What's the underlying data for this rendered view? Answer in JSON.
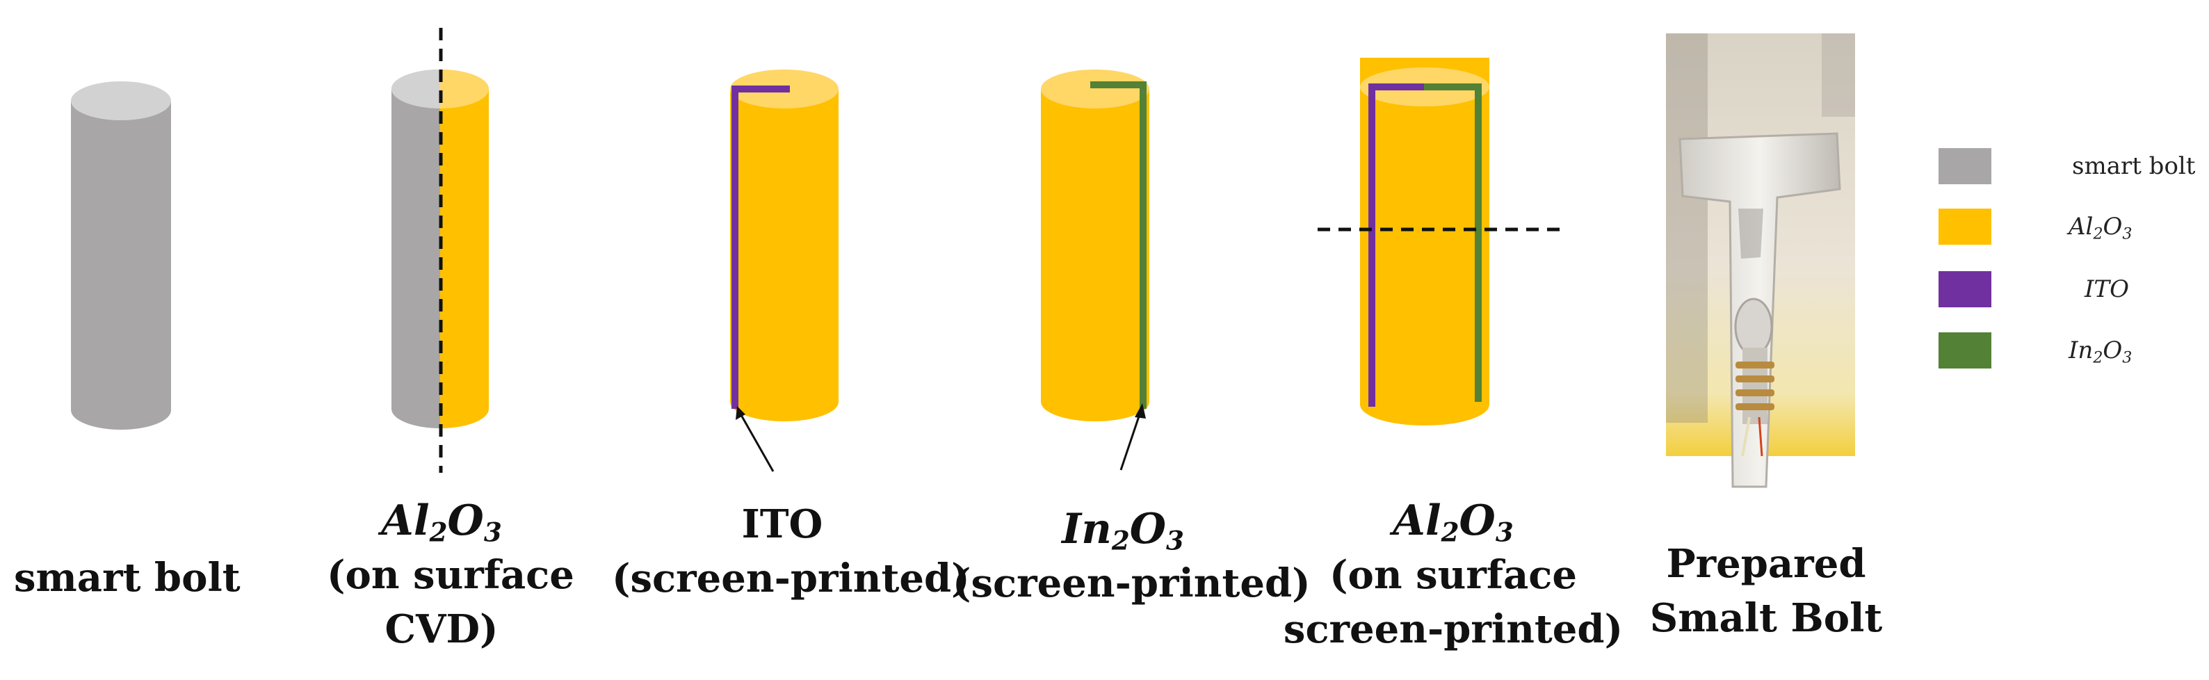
{
  "colors": {
    "bolt_gray": "#a8a6a6",
    "bolt_gray_top": "#d3d2d2",
    "al2o3": "#ffc000",
    "al2o3_top": "#ffd766",
    "ito": "#7030a0",
    "in2o3": "#538135",
    "photo_bg": "#e8e2d3"
  },
  "captions": {
    "smart_bolt": {
      "line1": "smart bolt"
    },
    "al2o3_cvd": {
      "formula_main": "Al",
      "formula_sub1": "2",
      "formula_mid": "O",
      "formula_sub2": "3",
      "line2": "(on surface",
      "line3": "CVD)"
    },
    "ito": {
      "line1": "ITO",
      "line2": "(screen-printed)"
    },
    "in2o3": {
      "formula_main": "In",
      "formula_sub1": "2",
      "formula_mid": "O",
      "formula_sub2": "3",
      "line2": "(screen-printed)"
    },
    "al2o3_sp": {
      "formula_main": "Al",
      "formula_sub1": "2",
      "formula_mid": "O",
      "formula_sub2": "3",
      "line2": "(on surface",
      "line3": "screen-printed)"
    },
    "prepared": {
      "line1": "Prepared",
      "line2": "Smalt Bolt"
    }
  },
  "legend": [
    {
      "label": "smart bolt",
      "color": "#a8a6a6",
      "italic": false
    },
    {
      "label_main": "Al",
      "label_sub1": "2",
      "label_mid": "O",
      "label_sub2": "3",
      "color": "#ffc000",
      "italic": true
    },
    {
      "label": "ITO",
      "color": "#7030a0",
      "italic": true
    },
    {
      "label_main": "In",
      "label_sub1": "2",
      "label_mid": "O",
      "label_sub2": "3",
      "color": "#538135",
      "italic": true
    }
  ]
}
